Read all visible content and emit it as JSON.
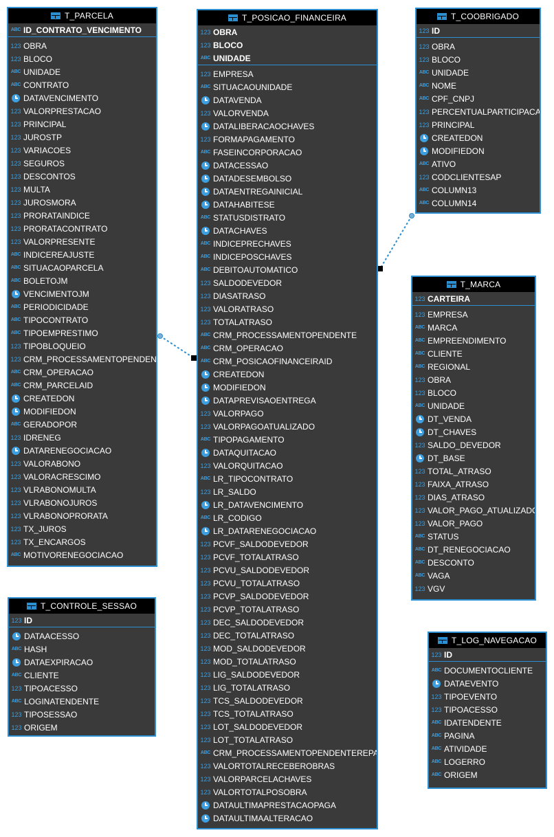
{
  "entities": [
    {
      "name": "T_PARCELA",
      "pk": [
        {
          "type": "text",
          "name": "ID_CONTRATO_VENCIMENTO"
        }
      ],
      "fields": [
        {
          "type": "num",
          "name": "OBRA"
        },
        {
          "type": "num",
          "name": "BLOCO"
        },
        {
          "type": "text",
          "name": "UNIDADE"
        },
        {
          "type": "text",
          "name": "CONTRATO"
        },
        {
          "type": "date",
          "name": "DATAVENCIMENTO"
        },
        {
          "type": "num",
          "name": "VALORPRESTACAO"
        },
        {
          "type": "num",
          "name": "PRINCIPAL"
        },
        {
          "type": "num",
          "name": "JUROSTP"
        },
        {
          "type": "num",
          "name": "VARIACOES"
        },
        {
          "type": "num",
          "name": "SEGUROS"
        },
        {
          "type": "num",
          "name": "DESCONTOS"
        },
        {
          "type": "num",
          "name": "MULTA"
        },
        {
          "type": "num",
          "name": "JUROSMORA"
        },
        {
          "type": "num",
          "name": "PRORATAINDICE"
        },
        {
          "type": "num",
          "name": "PRORATACONTRATO"
        },
        {
          "type": "num",
          "name": "VALORPRESENTE"
        },
        {
          "type": "text",
          "name": "INDICEREAJUSTE"
        },
        {
          "type": "text",
          "name": "SITUACAOPARCELA"
        },
        {
          "type": "text",
          "name": "BOLETOJM"
        },
        {
          "type": "date",
          "name": "VENCIMENTOJM"
        },
        {
          "type": "text",
          "name": "PERIODICIDADE"
        },
        {
          "type": "text",
          "name": "TIPOCONTRATO"
        },
        {
          "type": "text",
          "name": "TIPOEMPRESTIMO"
        },
        {
          "type": "num",
          "name": "TIPOBLOQUEIO"
        },
        {
          "type": "num",
          "name": "CRM_PROCESSAMENTOPENDENTE"
        },
        {
          "type": "text",
          "name": "CRM_OPERACAO"
        },
        {
          "type": "text",
          "name": "CRM_PARCELAID"
        },
        {
          "type": "date",
          "name": "CREATEDON"
        },
        {
          "type": "date",
          "name": "MODIFIEDON"
        },
        {
          "type": "text",
          "name": "GERADOPOR"
        },
        {
          "type": "num",
          "name": "IDRENEG"
        },
        {
          "type": "date",
          "name": "DATARENEGOCIACAO"
        },
        {
          "type": "num",
          "name": "VALORABONO"
        },
        {
          "type": "num",
          "name": "VALORACRESCIMO"
        },
        {
          "type": "num",
          "name": "VLRABONOMULTA"
        },
        {
          "type": "num",
          "name": "VLRABONOJUROS"
        },
        {
          "type": "num",
          "name": "VLRABONOPRORATA"
        },
        {
          "type": "num",
          "name": "TX_JUROS"
        },
        {
          "type": "num",
          "name": "TX_ENCARGOS"
        },
        {
          "type": "text",
          "name": "MOTIVORENEGOCIACAO"
        }
      ]
    },
    {
      "name": "T_POSICAO_FINANCEIRA",
      "pk": [
        {
          "type": "num",
          "name": "OBRA"
        },
        {
          "type": "num",
          "name": "BLOCO"
        },
        {
          "type": "text",
          "name": "UNIDADE"
        }
      ],
      "fields": [
        {
          "type": "num",
          "name": "EMPRESA"
        },
        {
          "type": "text",
          "name": "SITUACAOUNIDADE"
        },
        {
          "type": "date",
          "name": "DATAVENDA"
        },
        {
          "type": "num",
          "name": "VALORVENDA"
        },
        {
          "type": "date",
          "name": "DATALIBERACAOCHAVES"
        },
        {
          "type": "num",
          "name": "FORMAPAGAMENTO"
        },
        {
          "type": "text",
          "name": "FASEINCORPORACAO"
        },
        {
          "type": "date",
          "name": "DATACESSAO"
        },
        {
          "type": "date",
          "name": "DATADESEMBOLSO"
        },
        {
          "type": "date",
          "name": "DATAENTREGAINICIAL"
        },
        {
          "type": "date",
          "name": "DATAHABITESE"
        },
        {
          "type": "text",
          "name": "STATUSDISTRATO"
        },
        {
          "type": "date",
          "name": "DATACHAVES"
        },
        {
          "type": "text",
          "name": "INDICEPRECHAVES"
        },
        {
          "type": "text",
          "name": "INDICEPOSCHAVES"
        },
        {
          "type": "text",
          "name": "DEBITOAUTOMATICO"
        },
        {
          "type": "num",
          "name": "SALDODEVEDOR"
        },
        {
          "type": "num",
          "name": "DIASATRASO"
        },
        {
          "type": "num",
          "name": "VALORATRASO"
        },
        {
          "type": "num",
          "name": "TOTALATRASO"
        },
        {
          "type": "text",
          "name": "CRM_PROCESSAMENTOPENDENTE"
        },
        {
          "type": "text",
          "name": "CRM_OPERACAO"
        },
        {
          "type": "text",
          "name": "CRM_POSICAOFINANCEIRAID"
        },
        {
          "type": "date",
          "name": "CREATEDON"
        },
        {
          "type": "date",
          "name": "MODIFIEDON"
        },
        {
          "type": "date",
          "name": "DATAPREVISAOENTREGA"
        },
        {
          "type": "num",
          "name": "VALORPAGO"
        },
        {
          "type": "num",
          "name": "VALORPAGOATUALIZADO"
        },
        {
          "type": "text",
          "name": "TIPOPAGAMENTO"
        },
        {
          "type": "date",
          "name": "DATAQUITACAO"
        },
        {
          "type": "num",
          "name": "VALORQUITACAO"
        },
        {
          "type": "text",
          "name": "LR_TIPOCONTRATO"
        },
        {
          "type": "num",
          "name": "LR_SALDO"
        },
        {
          "type": "date",
          "name": "LR_DATAVENCIMENTO"
        },
        {
          "type": "text",
          "name": "LR_CODIGO"
        },
        {
          "type": "date",
          "name": "LR_DATARENEGOCIACAO"
        },
        {
          "type": "num",
          "name": "PCVF_SALDODEVEDOR"
        },
        {
          "type": "num",
          "name": "PCVF_TOTALATRASO"
        },
        {
          "type": "num",
          "name": "PCVU_SALDODEVEDOR"
        },
        {
          "type": "num",
          "name": "PCVU_TOTALATRASO"
        },
        {
          "type": "num",
          "name": "PCVP_SALDODEVEDOR"
        },
        {
          "type": "num",
          "name": "PCVP_TOTALATRASO"
        },
        {
          "type": "num",
          "name": "DEC_SALDODEVEDOR"
        },
        {
          "type": "num",
          "name": "DEC_TOTALATRASO"
        },
        {
          "type": "num",
          "name": "MOD_SALDODEVEDOR"
        },
        {
          "type": "num",
          "name": "MOD_TOTALATRASO"
        },
        {
          "type": "num",
          "name": "LIG_SALDODEVEDOR"
        },
        {
          "type": "num",
          "name": "LIG_TOTALATRASO"
        },
        {
          "type": "num",
          "name": "TCS_SALDODEVEDOR"
        },
        {
          "type": "num",
          "name": "TCS_TOTALATRASO"
        },
        {
          "type": "num",
          "name": "LOT_SALDODEVEDOR"
        },
        {
          "type": "num",
          "name": "LOT_TOTALATRASO"
        },
        {
          "type": "text",
          "name": "CRM_PROCESSAMENTOPENDENTEREPASSE"
        },
        {
          "type": "num",
          "name": "VALORTOTALRECEBEROBRAS"
        },
        {
          "type": "num",
          "name": "VALORPARCELACHAVES"
        },
        {
          "type": "num",
          "name": "VALORTOTALPOSOBRA"
        },
        {
          "type": "date",
          "name": "DATAULTIMAPRESTACAOPAGA"
        },
        {
          "type": "date",
          "name": "DATAULTIMAALTERACAO"
        }
      ]
    },
    {
      "name": "T_COOBRIGADO",
      "pk": [
        {
          "type": "num",
          "name": "ID"
        }
      ],
      "fields": [
        {
          "type": "num",
          "name": "OBRA"
        },
        {
          "type": "num",
          "name": "BLOCO"
        },
        {
          "type": "text",
          "name": "UNIDADE"
        },
        {
          "type": "text",
          "name": "NOME"
        },
        {
          "type": "text",
          "name": "CPF_CNPJ"
        },
        {
          "type": "num",
          "name": "PERCENTUALPARTICIPACAO"
        },
        {
          "type": "num",
          "name": "PRINCIPAL"
        },
        {
          "type": "date",
          "name": "CREATEDON"
        },
        {
          "type": "date",
          "name": "MODIFIEDON"
        },
        {
          "type": "text",
          "name": "ATIVO"
        },
        {
          "type": "num",
          "name": "CODCLIENTESAP"
        },
        {
          "type": "text",
          "name": "COLUMN13"
        },
        {
          "type": "text",
          "name": "COLUMN14"
        }
      ]
    },
    {
      "name": "T_MARCA",
      "pk": [
        {
          "type": "num",
          "name": "CARTEIRA"
        }
      ],
      "fields": [
        {
          "type": "num",
          "name": "EMPRESA"
        },
        {
          "type": "text",
          "name": "MARCA"
        },
        {
          "type": "text",
          "name": "EMPREENDIMENTO"
        },
        {
          "type": "text",
          "name": "CLIENTE"
        },
        {
          "type": "text",
          "name": "REGIONAL"
        },
        {
          "type": "num",
          "name": "OBRA"
        },
        {
          "type": "num",
          "name": "BLOCO"
        },
        {
          "type": "text",
          "name": "UNIDADE"
        },
        {
          "type": "date",
          "name": "DT_VENDA"
        },
        {
          "type": "date",
          "name": "DT_CHAVES"
        },
        {
          "type": "num",
          "name": "SALDO_DEVEDOR"
        },
        {
          "type": "date",
          "name": "DT_BASE"
        },
        {
          "type": "num",
          "name": "TOTAL_ATRASO"
        },
        {
          "type": "num",
          "name": "FAIXA_ATRASO"
        },
        {
          "type": "num",
          "name": "DIAS_ATRASO"
        },
        {
          "type": "num",
          "name": "VALOR_PAGO_ATUALIZADO"
        },
        {
          "type": "num",
          "name": "VALOR_PAGO"
        },
        {
          "type": "text",
          "name": "STATUS"
        },
        {
          "type": "text",
          "name": "DT_RENEGOCIACAO"
        },
        {
          "type": "text",
          "name": "DESCONTO"
        },
        {
          "type": "text",
          "name": "VAGA"
        },
        {
          "type": "num",
          "name": "VGV"
        }
      ]
    },
    {
      "name": "T_CONTROLE_SESSAO",
      "pk": [
        {
          "type": "num",
          "name": "ID"
        }
      ],
      "fields": [
        {
          "type": "date",
          "name": "DATAACESSO"
        },
        {
          "type": "text",
          "name": "HASH"
        },
        {
          "type": "date",
          "name": "DATAEXPIRACAO"
        },
        {
          "type": "text",
          "name": "CLIENTE"
        },
        {
          "type": "num",
          "name": "TIPOACESSO"
        },
        {
          "type": "text",
          "name": "LOGINATENDENTE"
        },
        {
          "type": "num",
          "name": "TIPOSESSAO"
        },
        {
          "type": "num",
          "name": "ORIGEM"
        }
      ]
    },
    {
      "name": "T_LOG_NAVEGACAO",
      "pk": [
        {
          "type": "num",
          "name": "ID"
        }
      ],
      "fields": [
        {
          "type": "text",
          "name": "DOCUMENTOCLIENTE"
        },
        {
          "type": "date",
          "name": "DATAEVENTO"
        },
        {
          "type": "num",
          "name": "TIPOEVENTO"
        },
        {
          "type": "num",
          "name": "TIPOACESSO"
        },
        {
          "type": "text",
          "name": "IDATENDENTE"
        },
        {
          "type": "text",
          "name": "PAGINA"
        },
        {
          "type": "text",
          "name": "ATIVIDADE"
        },
        {
          "type": "text",
          "name": "LOGERRO"
        },
        {
          "type": "text",
          "name": "ORIGEM"
        }
      ]
    }
  ],
  "type_icons": {
    "num": "123",
    "text": "ABC",
    "date": "clock-icon"
  },
  "colors": {
    "accent": "#2b8fd1",
    "header_bg": "#000000",
    "body_bg": "#3a3a3a",
    "text": "#ffffff"
  }
}
